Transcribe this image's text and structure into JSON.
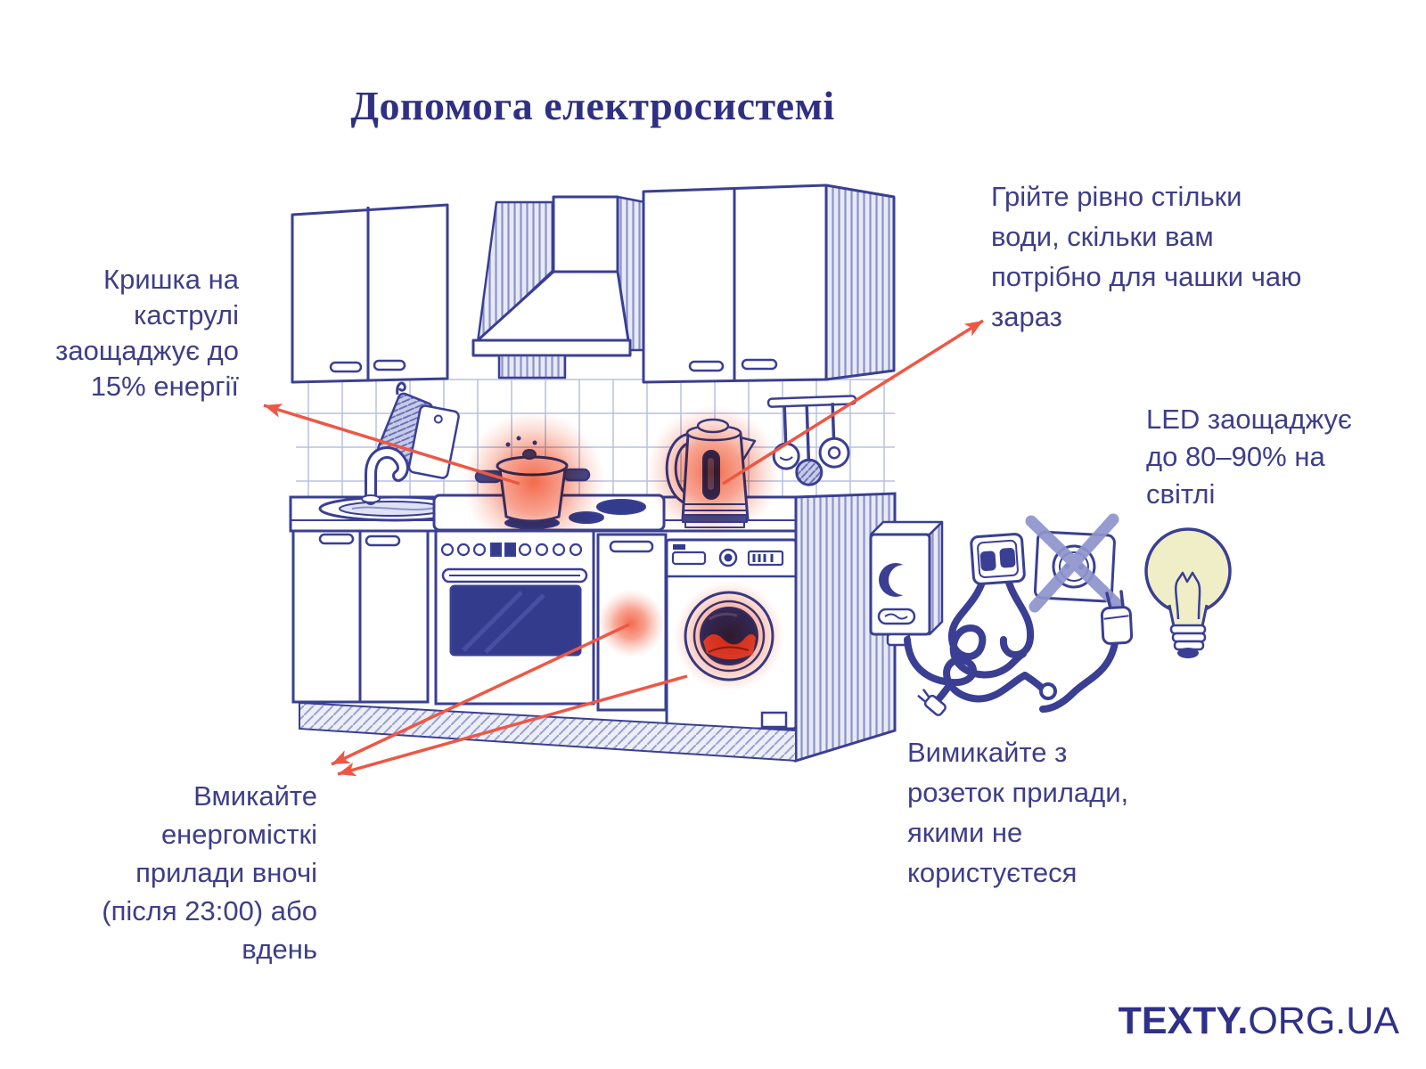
{
  "title": "Допомога електросистемі",
  "annotations": {
    "pot_lid": {
      "lines": [
        "Кришка на",
        "каструлі",
        "заощаджує до",
        "15% енергії"
      ]
    },
    "kettle": {
      "lines": [
        "Грійте рівно стільки",
        "води, скільки вам",
        "потрібно для чашки чаю",
        "зараз"
      ]
    },
    "led": {
      "lines": [
        "LED заощаджує",
        "до 80–90% на",
        "світлі"
      ]
    },
    "night_usage": {
      "lines": [
        "Вмикайте",
        "енергомісткі",
        "прилади вночі",
        "(після 23:00) або",
        "вдень"
      ]
    },
    "unplug": {
      "lines": [
        "Вимикайте з",
        "розеток прилади,",
        "якими не",
        "користуєтеся"
      ]
    }
  },
  "logo": {
    "bold": "TEXTY.",
    "regular": "ORG.UA"
  },
  "colors": {
    "ink": "#3a3f93",
    "body_text": "#3e3e88",
    "title_text": "#2f3083",
    "accent_red": "#ee5744",
    "glow_orange": "#f1512d",
    "bulb_yellow": "#f0eec6",
    "cross_purple": "#8e94cb",
    "tile_line": "#b8c0e2"
  },
  "icons": {
    "moon-icon": "crescent on night-tariff boiler",
    "light-bulb-icon": "incandescent bulb with filament",
    "cross-icon": "X over unused socket",
    "heat-glow": "radial orange glow on hot appliances"
  }
}
